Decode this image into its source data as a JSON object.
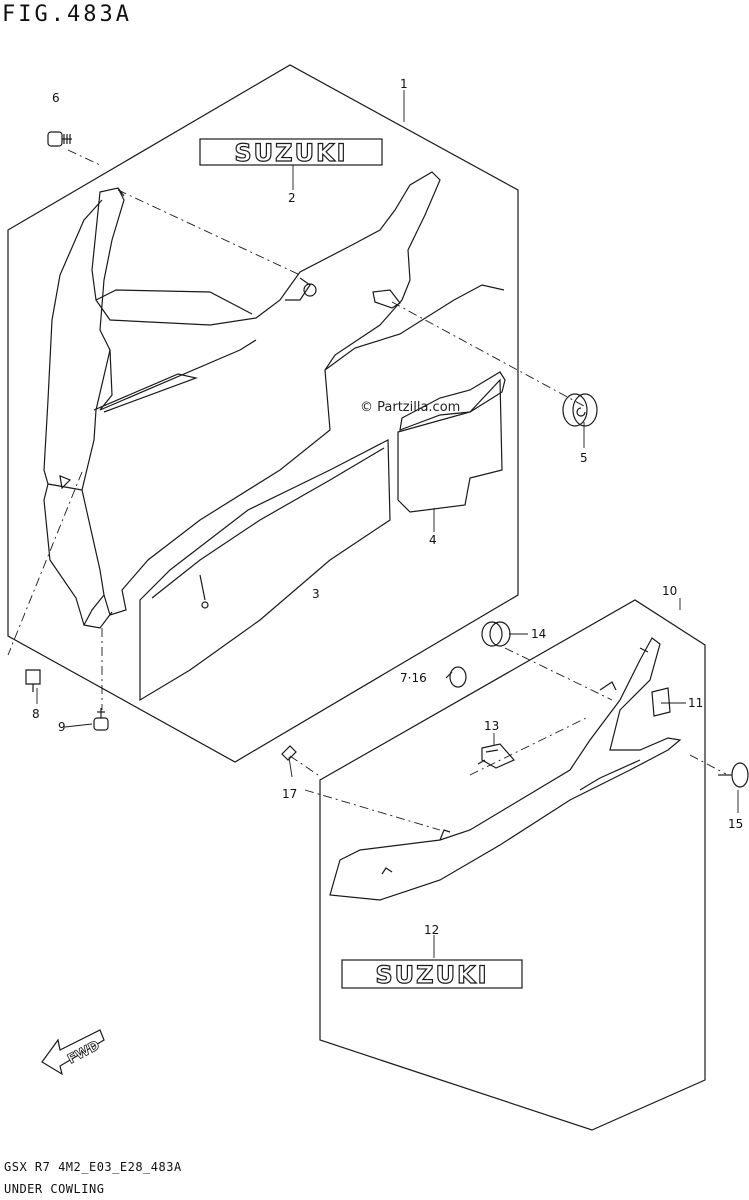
{
  "figure": {
    "title": "FIG.483A",
    "code": "GSX R7 4M2_E03_E28_483A",
    "caption": "UNDER COWLING"
  },
  "watermark": "© Partzilla.com",
  "brand_emblem_text": "SUZUKI",
  "fwd_badge_text": "FWD",
  "callouts": [
    "1",
    "2",
    "3",
    "4",
    "5",
    "6",
    "7·16",
    "8",
    "9",
    "10",
    "11",
    "12",
    "13",
    "14",
    "15",
    "17"
  ],
  "colors": {
    "line": "#1a1a1a",
    "background": "#ffffff"
  }
}
